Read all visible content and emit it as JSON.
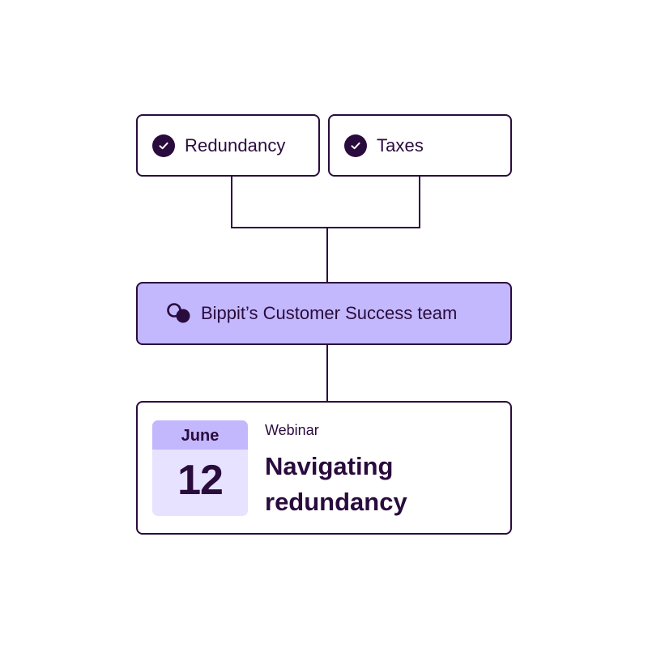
{
  "topics": [
    {
      "label": "Redundancy",
      "icon": "check-circle-icon"
    },
    {
      "label": "Taxes",
      "icon": "check-circle-icon"
    }
  ],
  "team": {
    "label": "Bippit’s Customer Success team",
    "icon": "chat-bubbles-icon"
  },
  "event": {
    "month": "June",
    "day": "12",
    "type": "Webinar",
    "title": "Navigating redundancy"
  },
  "colors": {
    "ink": "#2a0b3d",
    "accent": "#c3b8fd",
    "accent_light": "#e6e2ff",
    "background": "#ffffff"
  }
}
